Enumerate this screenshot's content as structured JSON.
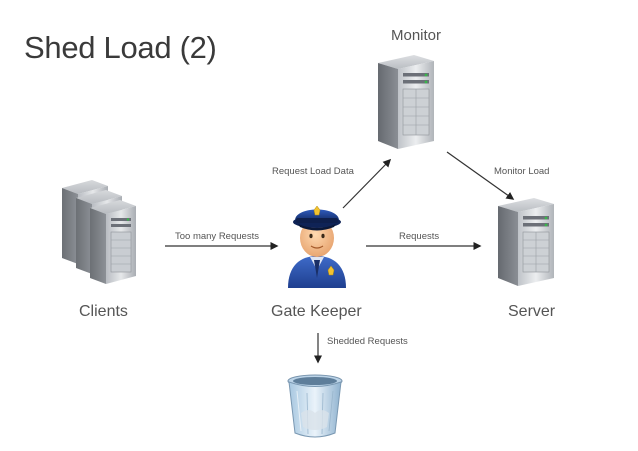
{
  "title": "Shed Load (2)",
  "nodes": {
    "clients": "Clients",
    "gatekeeper": "Gate Keeper",
    "server": "Server",
    "monitor": "Monitor"
  },
  "edges": {
    "too_many_requests": "Too many Requests",
    "requests": "Requests",
    "request_load_data": "Request Load Data",
    "monitor_load": "Monitor Load",
    "shedded_requests": "Shedded Requests"
  },
  "icons": {
    "clients": "server-rack-stack-icon",
    "gatekeeper": "police-officer-icon",
    "server": "server-tower-icon",
    "monitor": "server-tower-icon",
    "trash": "recycle-bin-icon"
  }
}
